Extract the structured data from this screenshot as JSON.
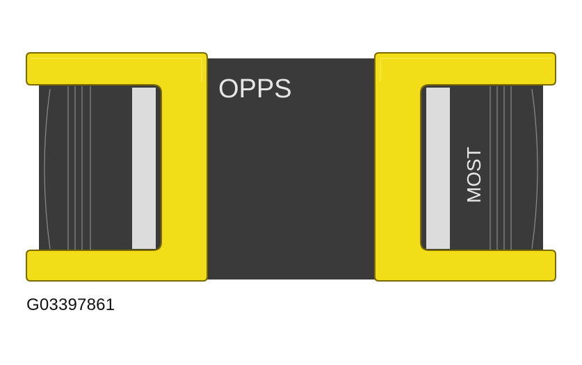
{
  "diagram": {
    "label_left": "OPPS",
    "label_right": "MOST",
    "caption": "G03397861",
    "colors": {
      "body": "#3a3a3a",
      "clip": "#f2de18",
      "clip_outline": "#7a6a00",
      "window": "#dcdcdc",
      "text_light": "#e6e6e6"
    }
  }
}
